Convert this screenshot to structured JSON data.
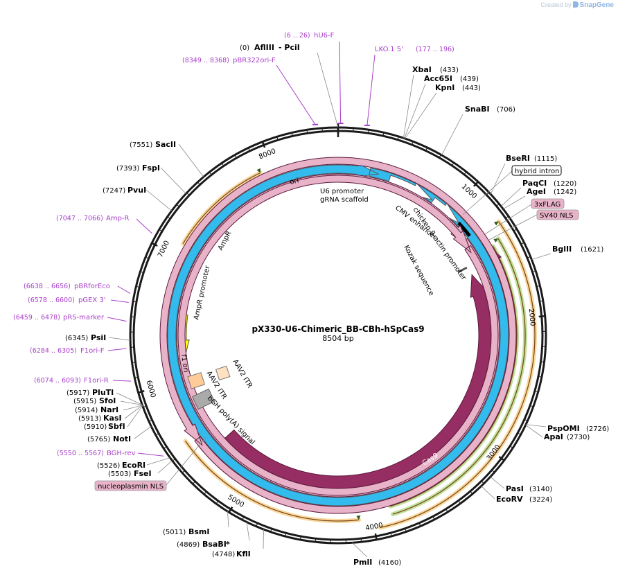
{
  "watermark": {
    "prefix": "Created by",
    "brand": "SnapGene"
  },
  "plasmid": {
    "name": "pX330-U6-Chimeric_BB-CBh-hSpCas9",
    "length_label": "8504 bp",
    "length": 8504
  },
  "ruler": [
    {
      "label": "1000",
      "pos": 1000
    },
    {
      "label": "2000",
      "pos": 2000
    },
    {
      "label": "3000",
      "pos": 3000
    },
    {
      "label": "4000",
      "pos": 4000
    },
    {
      "label": "5000",
      "pos": 5000
    },
    {
      "label": "6000",
      "pos": 6000
    },
    {
      "label": "7000",
      "pos": 7000
    },
    {
      "label": "8000",
      "pos": 8000
    }
  ],
  "enzymes": [
    {
      "id": "afliii",
      "name": "AflIII",
      "pos_text": "(0)",
      "suffix": " - PciI"
    },
    {
      "id": "xbai",
      "name": "XbaI",
      "pos_text": "(433)"
    },
    {
      "id": "acc65i",
      "name": "Acc65I",
      "pos_text": "(439)"
    },
    {
      "id": "kpni",
      "name": "KpnI",
      "pos_text": "(443)"
    },
    {
      "id": "snabi",
      "name": "SnaBI",
      "pos_text": "(706)"
    },
    {
      "id": "bseri",
      "name": "BseRI",
      "pos_text": "(1115)"
    },
    {
      "id": "paqci",
      "name": "PaqCI",
      "pos_text": "(1220)"
    },
    {
      "id": "agei",
      "name": "AgeI",
      "pos_text": "(1242)"
    },
    {
      "id": "bglii",
      "name": "BglII",
      "pos_text": "(1621)"
    },
    {
      "id": "psp",
      "name": "PspOMI",
      "pos_text": "(2726)"
    },
    {
      "id": "apai",
      "name": "ApaI",
      "pos_text": "(2730)"
    },
    {
      "id": "pasi",
      "name": "PasI",
      "pos_text": "(3140)"
    },
    {
      "id": "ecorv",
      "name": "EcoRV",
      "pos_text": "(3224)"
    },
    {
      "id": "pmli",
      "name": "PmlI",
      "pos_text": "(4160)"
    },
    {
      "id": "kfli",
      "name": "KflI",
      "pos_text": "(4748)"
    },
    {
      "id": "bsabi",
      "name": "BsaBI",
      "pos_text": "(4869)",
      "suffix": " *"
    },
    {
      "id": "bsmi",
      "name": "BsmI",
      "pos_text": "(5011)"
    },
    {
      "id": "fsei",
      "name": "FseI",
      "pos_text": "(5503)"
    },
    {
      "id": "ecori",
      "name": "EcoRI",
      "pos_text": "(5526)"
    },
    {
      "id": "noti",
      "name": "NotI",
      "pos_text": "(5765)"
    },
    {
      "id": "sbfi",
      "name": "SbfI",
      "pos_text": "(5910)"
    },
    {
      "id": "kasi",
      "name": "KasI",
      "pos_text": "(5913)"
    },
    {
      "id": "nari",
      "name": "NarI",
      "pos_text": "(5914)"
    },
    {
      "id": "sfoi",
      "name": "SfoI",
      "pos_text": "(5915)"
    },
    {
      "id": "pluti",
      "name": "PluTI",
      "pos_text": "(5917)"
    },
    {
      "id": "psii",
      "name": "PsiI",
      "pos_text": "(6345)"
    },
    {
      "id": "pvui",
      "name": "PvuI",
      "pos_text": "(7247)"
    },
    {
      "id": "fspi",
      "name": "FspI",
      "pos_text": "(7393)"
    },
    {
      "id": "sacii",
      "name": "SacII",
      "pos_text": "(7551)"
    }
  ],
  "primers": [
    {
      "id": "hu6f",
      "name": "hU6-F",
      "range": "(6 .. 26)"
    },
    {
      "id": "lko1",
      "name": "LKO.1 5'",
      "range": "(177 .. 196)"
    },
    {
      "id": "pbr322",
      "name": "pBR322ori-F",
      "range": "(8349 .. 8368)"
    },
    {
      "id": "ampr_p",
      "name": "Amp-R",
      "range": "(7047 .. 7066)"
    },
    {
      "id": "pbrfor",
      "name": "pBRforEco",
      "range": "(6638 .. 6656)"
    },
    {
      "id": "pgex3",
      "name": "pGEX 3'",
      "range": "(6578 .. 6600)"
    },
    {
      "id": "prs",
      "name": "pRS-marker",
      "range": "(6459 .. 6478)"
    },
    {
      "id": "f1orif",
      "name": "F1ori-F",
      "range": "(6284 .. 6305)"
    },
    {
      "id": "f1orir",
      "name": "F1ori-R",
      "range": "(6074 .. 6093)"
    },
    {
      "id": "bghrev",
      "name": "BGH-rev",
      "range": "(5550 .. 5567)"
    }
  ],
  "boxed_features": [
    {
      "id": "hybrid",
      "name": "hybrid intron"
    },
    {
      "id": "flag",
      "name": "3xFLAG"
    },
    {
      "id": "sv40",
      "name": "SV40 NLS"
    },
    {
      "id": "nucleo",
      "name": "nucleoplasmin NLS"
    }
  ],
  "features": {
    "ori": "ori",
    "ampr": "AmpR",
    "ampr_promoter": "AmpR promoter",
    "f1_ori": "f1 ori",
    "aav2_itr_a": "AAV2 ITR",
    "aav2_itr_b": "AAV2 ITR",
    "bgh_polya": "bGH poly(A) signal",
    "cas9_inner": "Cas9",
    "cas9_outer": "Cas9",
    "u6_promoter": "U6 promoter",
    "grna_scaffold": "gRNA scaffold",
    "cmv_enhancer": "CMV enhancer",
    "cba_promoter": "chicken β-actin promoter",
    "kozak": "Kozak sequence"
  },
  "colors": {
    "backbone": "#1a1a1a",
    "primer": "#a83ec9",
    "cas9": "#962d63",
    "ori": "#ffff00",
    "ampr": "#ccffcc",
    "orf_orange": "#f5a623",
    "orf_green": "#77bb22",
    "nls_box": "#e8b3c8"
  }
}
